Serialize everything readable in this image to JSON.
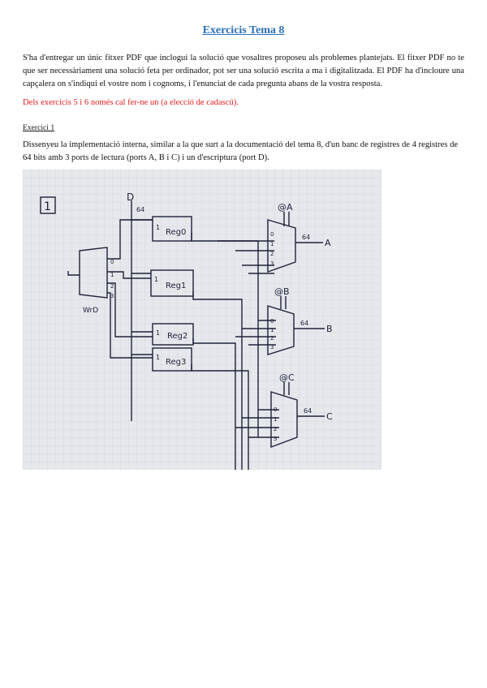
{
  "document": {
    "title": "Exercicis Tema 8",
    "intro": "S'ha d'entregar un únic fitxer PDF que inclogui la solució que vosaltres proposeu als problemes plantejats. El fitxer PDF no te que ser necessàriament una solució feta per ordinador, pot ser una solució escrita a ma i digitalitzada. El PDF ha d'incloure una capçalera on s'indiqui el vostre nom i cognoms, i l'enunciat de cada pregunta abans de la vostra resposta.",
    "note": "Dels exercicis 5 i 6 només cal fer-ne un (a elecció de cadascú).",
    "exercise_heading": "Exercici 1",
    "exercise_text": "Dissenyeu la implementació interna, similar a la que surt a la documentació del tema 8, d'un banc de registres de 4 registres de 64 bits amb 3 ports de lectura (ports A, B i C) i un d'escriptura (port D)."
  },
  "figure": {
    "description_tag": "handwritten-register-file-diagram",
    "box_number": "1",
    "input_d": "D",
    "bus_width": "64",
    "decoder_label": "WrD",
    "registers": [
      {
        "label": "Reg0",
        "enable": "1"
      },
      {
        "label": "Reg1",
        "enable": "1"
      },
      {
        "label": "Reg2",
        "enable": "1"
      },
      {
        "label": "Reg3",
        "enable": "1"
      }
    ],
    "muxes": [
      {
        "select": "@A",
        "output": "A",
        "width": "64"
      },
      {
        "select": "@B",
        "output": "B",
        "width": "64"
      },
      {
        "select": "@C",
        "output": "C",
        "width": "64"
      }
    ],
    "mux_inputs": [
      "0",
      "1",
      "2",
      "3"
    ],
    "decoder_outputs": [
      "0",
      "1",
      "2",
      "3"
    ]
  }
}
